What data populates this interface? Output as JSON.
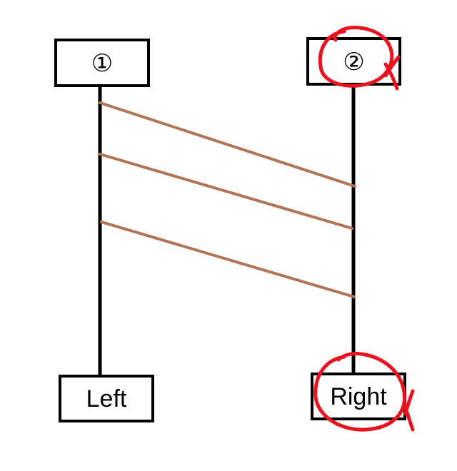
{
  "nodes": {
    "top_left": {
      "label": "①"
    },
    "top_right": {
      "label": "②"
    },
    "bottom_left": {
      "label": "Left"
    },
    "bottom_right": {
      "label": "Right"
    }
  },
  "colors": {
    "line": "#000000",
    "connector": "#b07556",
    "annotation": "#e8141f"
  },
  "connectors": {
    "count": 3
  },
  "annotations": {
    "marked_nodes": [
      "top_right",
      "bottom_right"
    ],
    "mark_style": "red circle with X"
  }
}
